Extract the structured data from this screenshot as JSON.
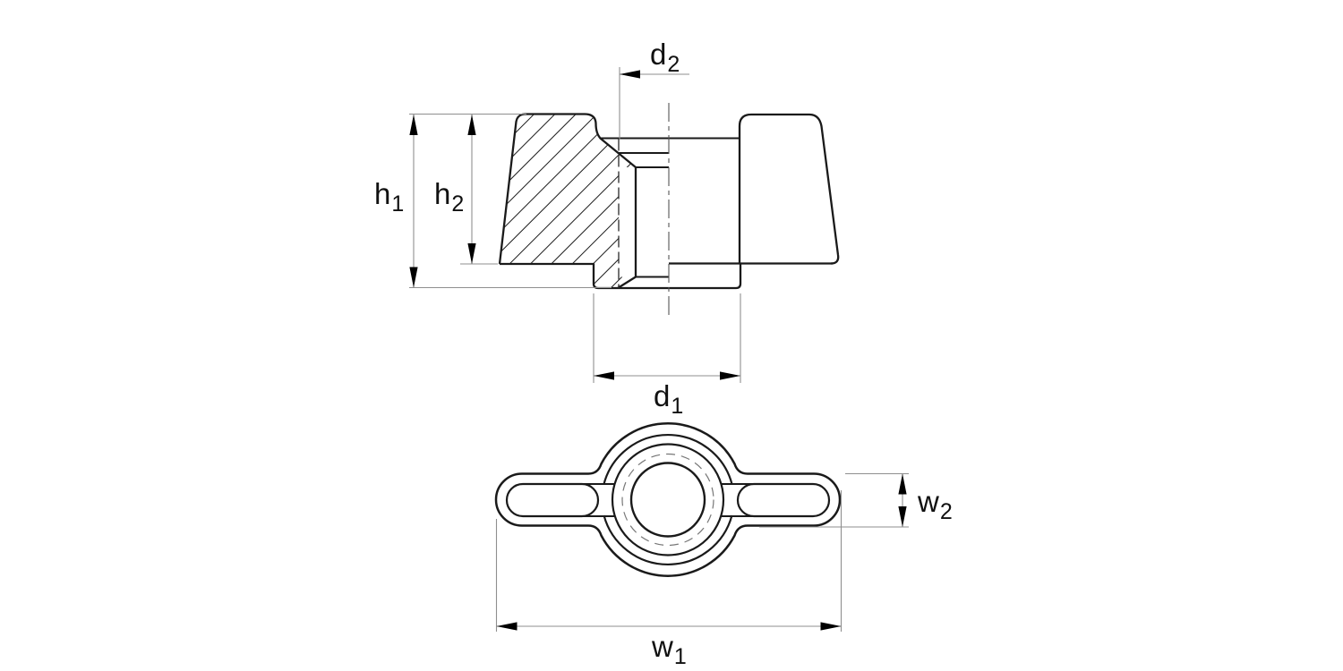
{
  "diagram": {
    "title": "wing-nut-technical-drawing",
    "views": {
      "section_view": "cross-section of wing nut with hatching",
      "plan_view": "top view of wing nut with wings and threaded hole"
    },
    "labels": {
      "d2": {
        "base": "d",
        "sub": "2"
      },
      "h1": {
        "base": "h",
        "sub": "1"
      },
      "h2": {
        "base": "h",
        "sub": "2"
      },
      "d1": {
        "base": "d",
        "sub": "1"
      },
      "w2": {
        "base": "w",
        "sub": "2"
      },
      "w1": {
        "base": "w",
        "sub": "1"
      }
    },
    "colors": {
      "outline": "#1a1a1a",
      "dimension_line": "#8f8f8f",
      "centerline": "#555555",
      "arrow": "#000000",
      "background": "#ffffff"
    }
  }
}
